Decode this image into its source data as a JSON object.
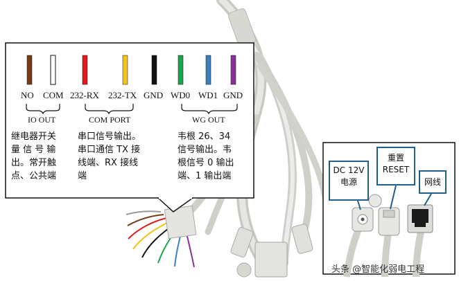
{
  "wires": [
    {
      "label": "NO",
      "color": "#7a3a16"
    },
    {
      "label": "COM",
      "color": "#ffffff"
    },
    {
      "label": "232-RX",
      "color": "#e31b1b"
    },
    {
      "label": "232-TX",
      "color": "#f5c21a"
    },
    {
      "label": "GND",
      "color": "#111111"
    },
    {
      "label": "WD0",
      "color": "#1aa64a"
    },
    {
      "label": "WD1",
      "color": "#3a7fc0"
    },
    {
      "label": "GND",
      "color": "#8a2f9c"
    }
  ],
  "groups": {
    "io": "IO OUT",
    "com": "COM PORT",
    "wg": "WG OUT"
  },
  "descriptions": {
    "io": [
      "继电器开关",
      "量 信 号 输",
      "出。常开触",
      "点、公共端"
    ],
    "com": [
      "串口信号输出。",
      "串口通信 TX 接",
      "线端、RX 接线",
      "端"
    ],
    "wg": [
      "韦根  26、34",
      "信号输出。韦",
      "根信号 0 输出",
      "端、1 输出端"
    ]
  },
  "callouts": {
    "dc": [
      "DC 12V",
      "电源"
    ],
    "reset": [
      "重置",
      "RESET"
    ],
    "network": [
      "网线"
    ]
  },
  "watermark": "头条 @智能化弱电工程",
  "colors": {
    "callout_border": "#1f5f8b",
    "cable_gray": "#d4d4d0"
  }
}
